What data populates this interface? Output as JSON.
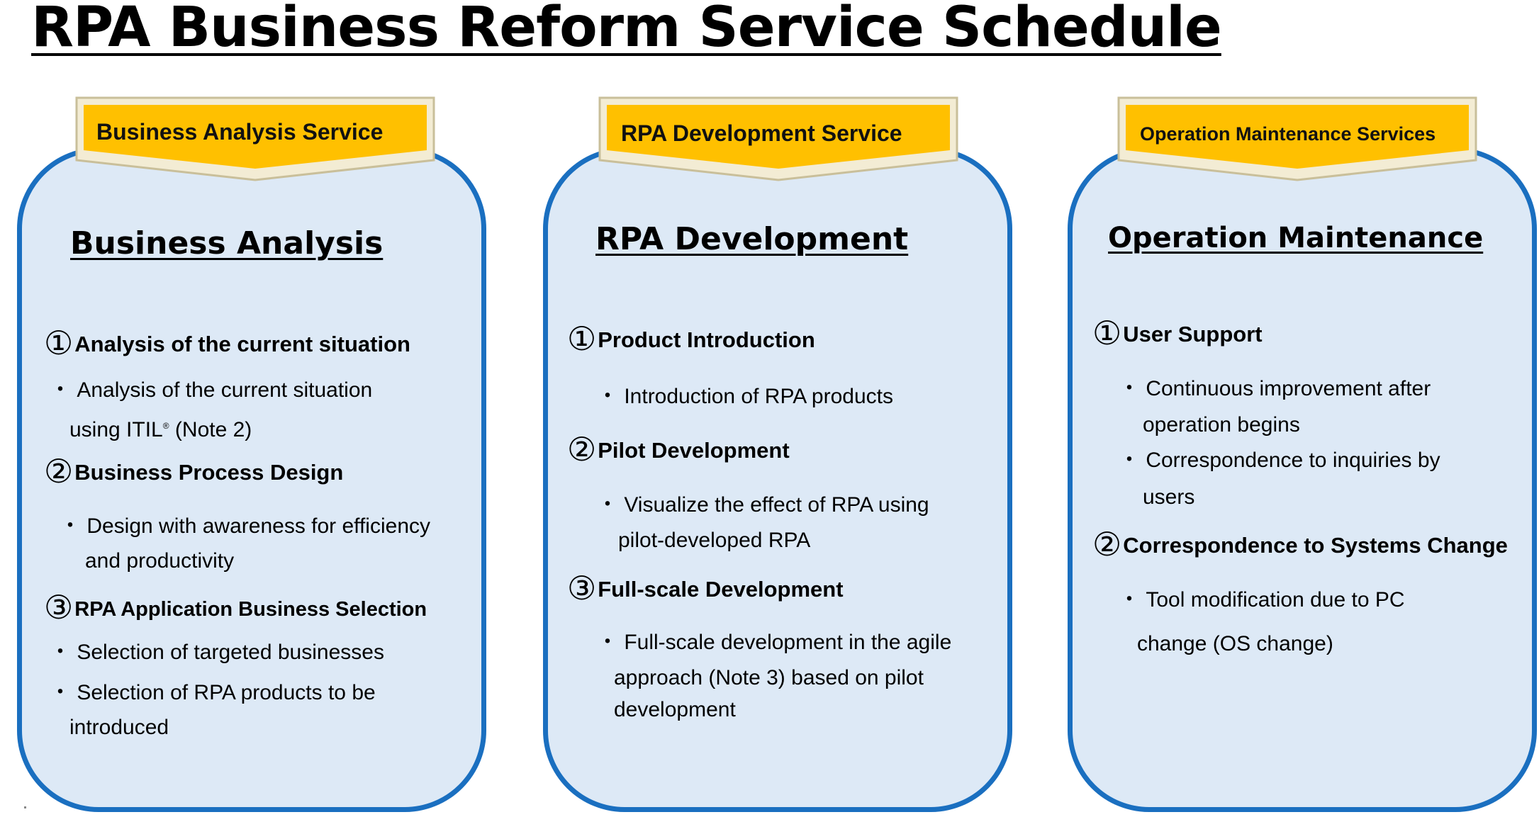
{
  "title": "RPA Business Reform Service Schedule",
  "colors": {
    "banner": "#ffc000",
    "panel_fill": "#dde9f6",
    "panel_border": "#1a6fc0"
  },
  "columns": [
    {
      "banner": "Business Analysis Service",
      "title": "Business Analysis",
      "items": [
        {
          "num": "①",
          "heading": "Analysis of the current situation",
          "bullets": [
            "・ Analysis of the current situation",
            "using ITIL"
          ],
          "sup": "®",
          "note": " (Note 2)"
        },
        {
          "num": "②",
          "heading": "Business Process Design",
          "bullets": [
            "・ Design with awareness for efficiency",
            "and productivity"
          ]
        },
        {
          "num": "③",
          "heading": "RPA Application Business Selection",
          "bullets": [
            "・ Selection of targeted businesses",
            "・ Selection of RPA products to be",
            "introduced"
          ]
        }
      ]
    },
    {
      "banner": "RPA Development Service",
      "title": "RPA Development",
      "items": [
        {
          "num": "①",
          "heading": "Product Introduction",
          "bullets": [
            "・ Introduction of RPA products"
          ]
        },
        {
          "num": "②",
          "heading": "Pilot Development",
          "bullets": [
            "・ Visualize the effect of RPA using",
            "pilot-developed RPA"
          ]
        },
        {
          "num": "③",
          "heading": "Full-scale Development",
          "bullets": [
            "・ Full-scale development in the agile",
            "approach (Note 3) based on pilot",
            "development"
          ]
        }
      ]
    },
    {
      "banner": "Operation Maintenance Services",
      "title": "Operation Maintenance",
      "items": [
        {
          "num": "①",
          "heading": "User Support",
          "bullets": [
            "・ Continuous improvement after",
            "operation begins",
            "・ Correspondence to inquiries by",
            "users"
          ]
        },
        {
          "num": "②",
          "heading": "Correspondence to Systems Change",
          "bullets": [
            "・ Tool modification due to PC",
            "change (OS change)"
          ]
        }
      ]
    }
  ]
}
